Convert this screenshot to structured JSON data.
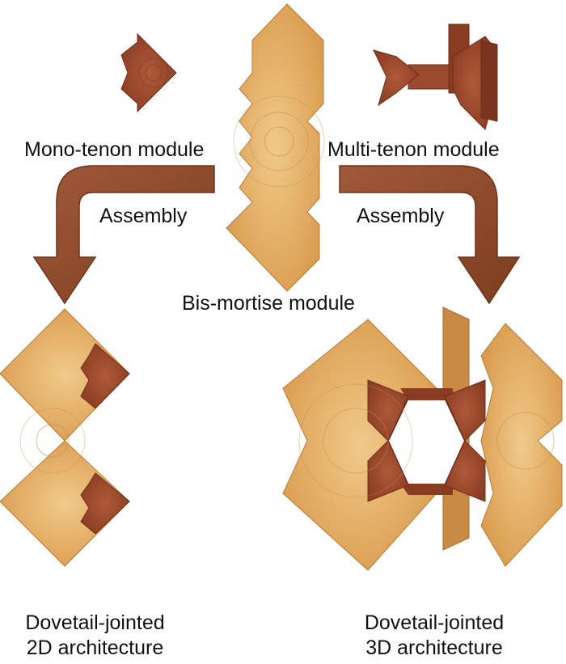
{
  "labels": {
    "mono_tenon": "Mono-tenon module",
    "multi_tenon": "Multi-tenon module",
    "bis_mortise": "Bis-mortise module",
    "assembly_left": "Assembly",
    "assembly_right": "Assembly",
    "result_2d_line1": "Dovetail-jointed",
    "result_2d_line2": "2D architecture",
    "result_3d_line1": "Dovetail-jointed",
    "result_3d_line2": "3D architecture"
  },
  "colors": {
    "light_wood": "#e2ab62",
    "light_wood_ring": "#c98e45",
    "dark_wood": "#9b4a2e",
    "dark_wood_ring": "#7a3520",
    "arrow": "#8b4a2b",
    "arrow_edge": "#6e3519",
    "text": "#111111"
  }
}
